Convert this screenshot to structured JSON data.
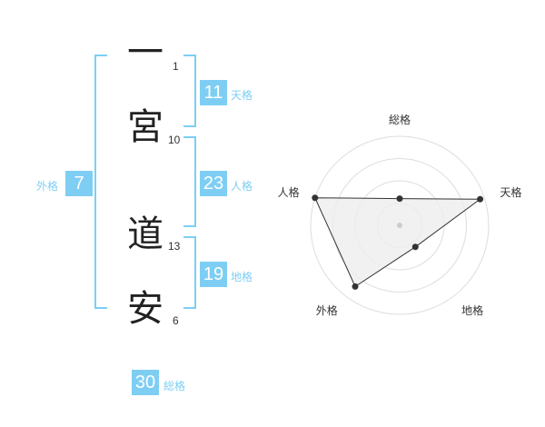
{
  "characters": [
    {
      "char": "一",
      "strokes": "1"
    },
    {
      "char": "宮",
      "strokes": "10"
    },
    {
      "char": "道",
      "strokes": "13"
    },
    {
      "char": "安",
      "strokes": "6"
    }
  ],
  "kakusu": {
    "tenkaku": {
      "value": "11",
      "label": "天格"
    },
    "jinkaku": {
      "value": "23",
      "label": "人格"
    },
    "chikaku": {
      "value": "19",
      "label": "地格"
    },
    "gaikaku": {
      "value": "7",
      "label": "外格"
    },
    "soukaku": {
      "value": "30",
      "label": "総格"
    }
  },
  "colors": {
    "accent": "#7ecef4",
    "text": "#333333",
    "grid": "#dddddd",
    "fill": "#eeeeee"
  },
  "chart_data": {
    "type": "radar",
    "axes": [
      "総格",
      "天格",
      "地格",
      "外格",
      "人格"
    ],
    "rings": 4,
    "values": [
      0.3,
      0.95,
      0.3,
      0.85,
      1.0
    ]
  }
}
